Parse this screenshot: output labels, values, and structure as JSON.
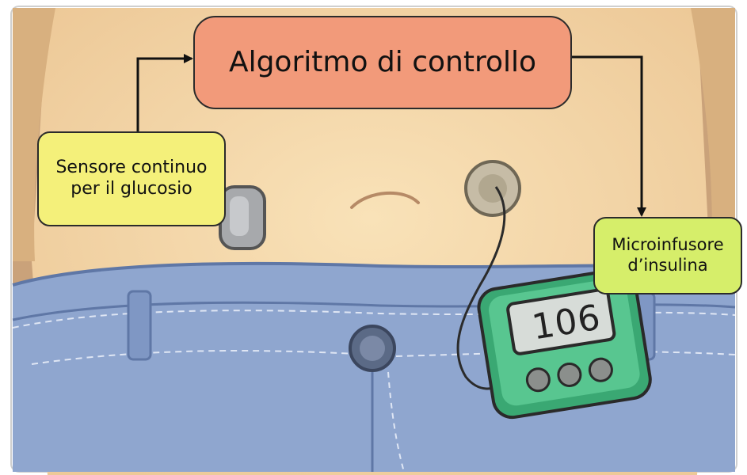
{
  "algorithm": {
    "label": "Algoritmo di controllo"
  },
  "sensor": {
    "label_line1": "Sensore continuo",
    "label_line2": "per il glucosio"
  },
  "pump": {
    "label_line1": "Microinfusore",
    "label_line2": "d’insulina",
    "display_value": "106"
  },
  "colors": {
    "algorithm_box": "#f29a7a",
    "sensor_box": "#f4f07a",
    "pump_box": "#d6ee6a",
    "skin": "#f6dcae",
    "jeans": "#8fa6cf",
    "pump_body": "#4bbf86"
  }
}
